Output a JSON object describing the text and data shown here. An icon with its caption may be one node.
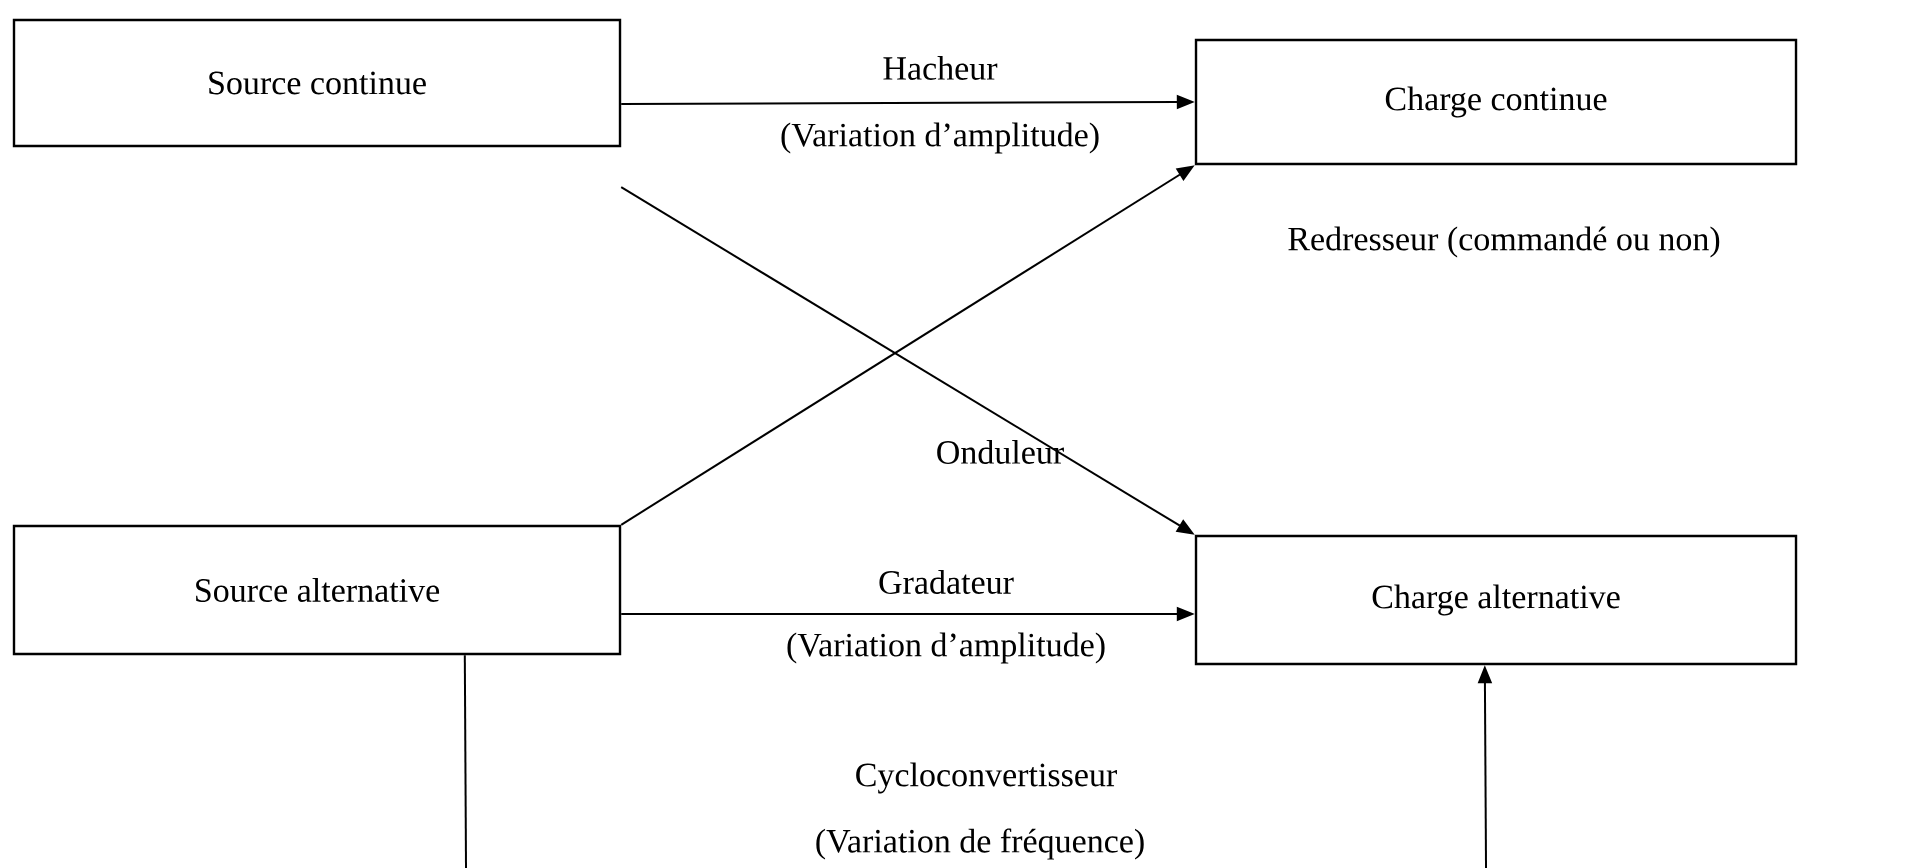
{
  "diagram": {
    "nodes": [
      {
        "text": [
          "Source continue"
        ]
      },
      {
        "text": [
          "Charge continue"
        ]
      },
      {
        "text": [
          "Source alternative"
        ]
      },
      {
        "text": [
          "Charge alternative"
        ]
      }
    ],
    "edges": [
      {
        "from": 0,
        "to": 1,
        "arrow": "to",
        "label": "Hacheur"
      },
      {
        "from": 2,
        "to": 1,
        "arrow": "to",
        "label": "Redresseur (commandé ou non)"
      },
      {
        "from": 0,
        "to": 3,
        "arrow": "to",
        "label": "Onduleur"
      },
      {
        "from": 2,
        "to": 3,
        "arrow": "to",
        "label": "Gradateur"
      },
      {
        "from": 2,
        "to": null,
        "arrow": "none"
      },
      {
        "from": null,
        "to": 3,
        "arrow": "to"
      }
    ],
    "labels": [
      "(Variation d’amplitude)",
      "(Variation d’amplitude)",
      "Cycloconvertisseur",
      "(Variation de fréquence)"
    ]
  }
}
